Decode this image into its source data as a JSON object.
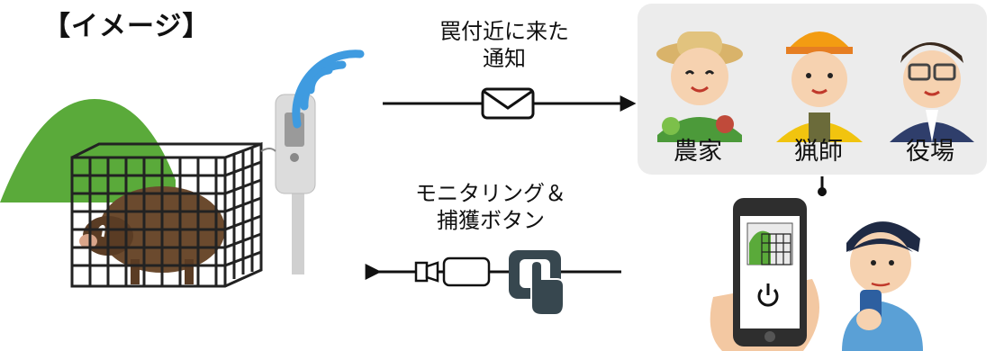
{
  "title": "【イメージ】",
  "top_flow": {
    "line1": "罠付近に来た",
    "line2": "通知"
  },
  "bottom_flow": {
    "line1": "モニタリング＆",
    "line2": "捕獲ボタン"
  },
  "recipients": [
    {
      "label": "農家"
    },
    {
      "label": "猟師"
    },
    {
      "label": "役場"
    }
  ],
  "colors": {
    "hill": "#5aaa3a",
    "signal": "#3f9be0",
    "panel": "#ececec",
    "icon_dark": "#37474f",
    "boar": "#6b4a2e"
  },
  "icons": [
    "envelope-icon",
    "wifi-signal-icon",
    "tap-button-icon",
    "power-icon",
    "phone-icon"
  ]
}
